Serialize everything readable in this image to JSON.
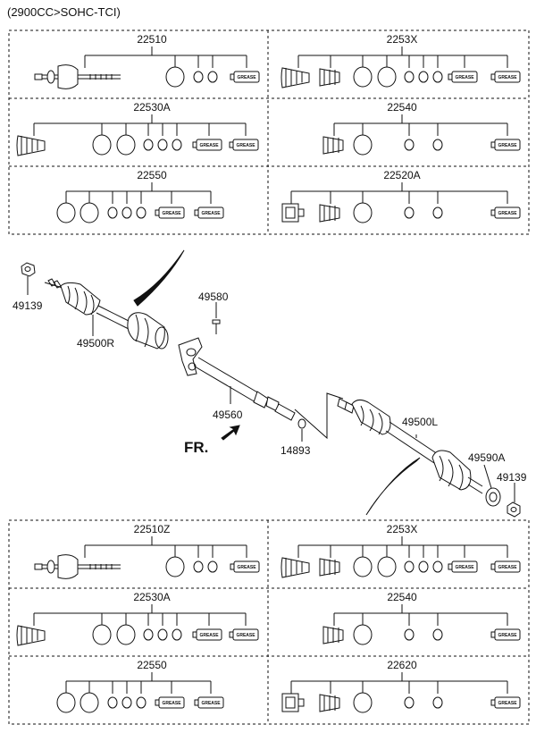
{
  "title": "(2900CC>SOHC-TCI)",
  "top_panels": [
    {
      "code": "22510"
    },
    {
      "code": "2253X"
    },
    {
      "code": "22530A"
    },
    {
      "code": "22540"
    },
    {
      "code": "22550"
    },
    {
      "code": "22520A"
    }
  ],
  "bottom_panels": [
    {
      "code": "22510Z"
    },
    {
      "code": "2253X"
    },
    {
      "code": "22530A"
    },
    {
      "code": "22540"
    },
    {
      "code": "22550"
    },
    {
      "code": "22620"
    }
  ],
  "grease_label": "GREASE",
  "callouts": {
    "nut_left": "49139",
    "shaft_right": "49500R",
    "bolt": "49580",
    "intermediate_shaft": "49560",
    "circlip": "14893",
    "shaft_left": "49500L",
    "bearing": "49590A",
    "nut_right": "49139",
    "front": "FR."
  }
}
